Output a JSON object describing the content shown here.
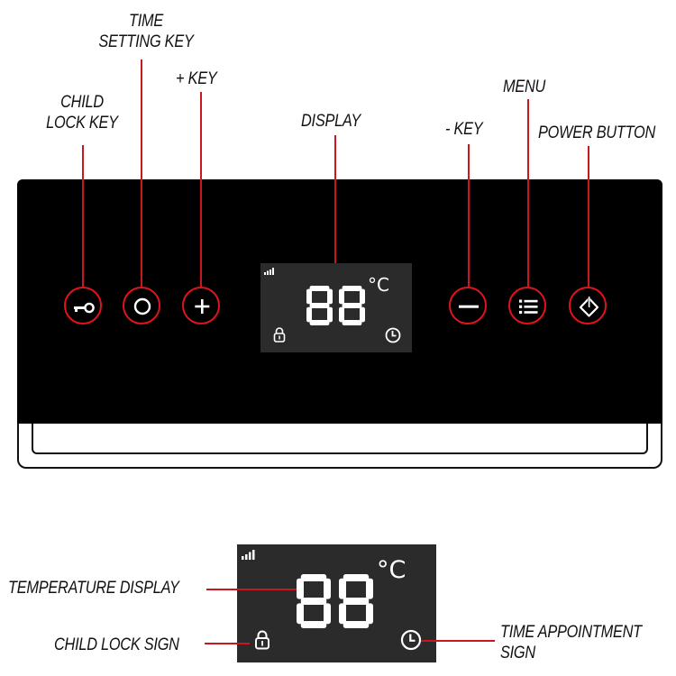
{
  "labels": {
    "time_setting_key": [
      "TIME",
      "SETTING KEY"
    ],
    "plus_key": "+ KEY",
    "child_lock_key": [
      "CHILD",
      "LOCK KEY"
    ],
    "display": "DISPLAY",
    "menu": "MENU",
    "minus_key": "- KEY",
    "power_button": "POWER BUTTON",
    "temperature_display": "TEMPERATURE DISPLAY",
    "child_lock_sign": "CHILD LOCK SIGN",
    "time_appointment_sign": [
      "TIME APPOINTMENT",
      "SIGN"
    ]
  },
  "display": {
    "digits": "88",
    "unit": "°C"
  },
  "colors": {
    "accent": "#e0141b",
    "panel": "#000000",
    "display_bg": "#2b2b2b",
    "leader": "#c8181d"
  },
  "icons": {
    "child_lock_key": "key-icon",
    "time_setting_key": "circle-icon",
    "plus_key": "plus-icon",
    "minus_key": "minus-icon",
    "menu": "list-icon",
    "power_button": "power-icon",
    "signal": "signal-icon",
    "lock": "lock-icon",
    "clock": "clock-icon"
  }
}
